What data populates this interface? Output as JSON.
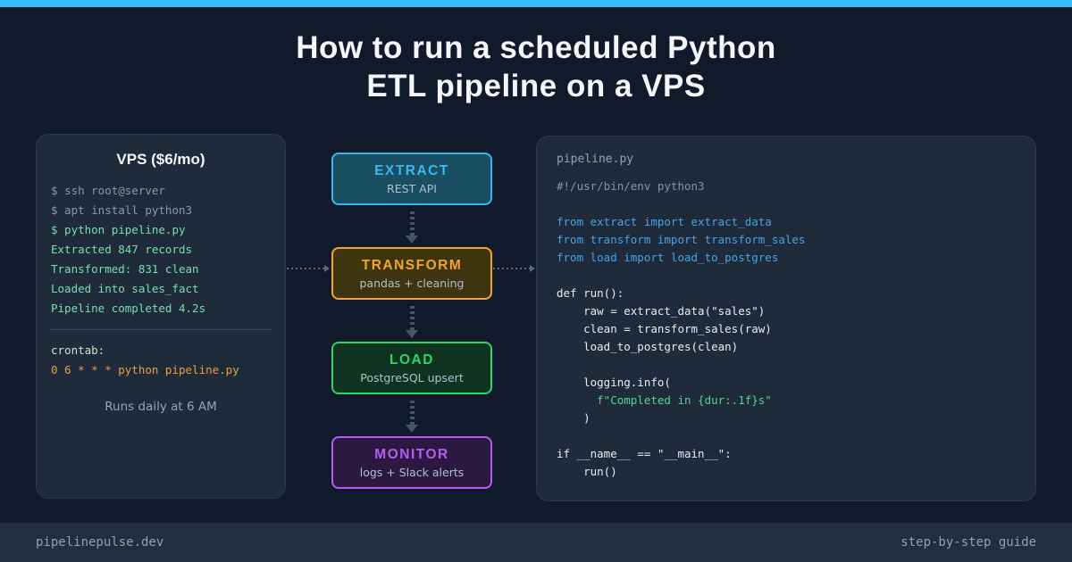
{
  "theme": {
    "page_bg": "#111a2a",
    "top_bar": "#38bdf8",
    "panel_bg": "#1f2a3a",
    "footer_bg": "#222d3d"
  },
  "title": {
    "line1": "How to run a scheduled Python",
    "line2": "ETL pipeline on a VPS"
  },
  "terminal": {
    "title": "VPS ($6/mo)",
    "lines": [
      {
        "text": "$ ssh root@server",
        "tone": "muted"
      },
      {
        "text": "$ apt install python3",
        "tone": "muted"
      },
      {
        "text": "$ python pipeline.py",
        "tone": "success"
      },
      {
        "text": "Extracted 847 records",
        "tone": "success"
      },
      {
        "text": "Transformed: 831 clean",
        "tone": "success"
      },
      {
        "text": "Loaded into sales_fact",
        "tone": "success"
      },
      {
        "text": "Pipeline completed 4.2s",
        "tone": "success"
      }
    ],
    "crontab_label": "crontab:",
    "crontab_line": "0 6 * * * python pipeline.py",
    "note": "Runs daily at 6 AM"
  },
  "flow": {
    "steps": [
      {
        "label": "EXTRACT",
        "subtitle": "REST API",
        "accent": "#38b8ef",
        "fill": "#1a4e63"
      },
      {
        "label": "TRANSFORM",
        "subtitle": "pandas + cleaning",
        "accent": "#f2a52c",
        "fill": "#3e3510"
      },
      {
        "label": "LOAD",
        "subtitle": "PostgreSQL upsert",
        "accent": "#2fd468",
        "fill": "#0e3320"
      },
      {
        "label": "MONITOR",
        "subtitle": "logs + Slack alerts",
        "accent": "#b45df2",
        "fill": "#2b1941"
      }
    ]
  },
  "code": {
    "filename": "pipeline.py",
    "lines": [
      {
        "text": "#!/usr/bin/env python3",
        "tone": "comment"
      },
      {
        "text": "",
        "tone": "plain"
      },
      {
        "text": "from extract import extract_data",
        "tone": "import"
      },
      {
        "text": "from transform import transform_sales",
        "tone": "import"
      },
      {
        "text": "from load import load_to_postgres",
        "tone": "import"
      },
      {
        "text": "",
        "tone": "plain"
      },
      {
        "text": "def run():",
        "tone": "plain"
      },
      {
        "text": "    raw = extract_data(\"sales\")",
        "tone": "plain"
      },
      {
        "text": "    clean = transform_sales(raw)",
        "tone": "plain"
      },
      {
        "text": "    load_to_postgres(clean)",
        "tone": "plain"
      },
      {
        "text": "",
        "tone": "plain"
      },
      {
        "text": "    logging.info(",
        "tone": "plain"
      },
      {
        "text": "      f\"Completed in {dur:.1f}s\"",
        "tone": "string"
      },
      {
        "text": "    )",
        "tone": "plain"
      },
      {
        "text": "",
        "tone": "plain"
      },
      {
        "text": "if __name__ == \"__main__\":",
        "tone": "plain"
      },
      {
        "text": "    run()",
        "tone": "plain"
      }
    ]
  },
  "footer": {
    "left": "pipelinepulse.dev",
    "right": "step-by-step guide"
  }
}
